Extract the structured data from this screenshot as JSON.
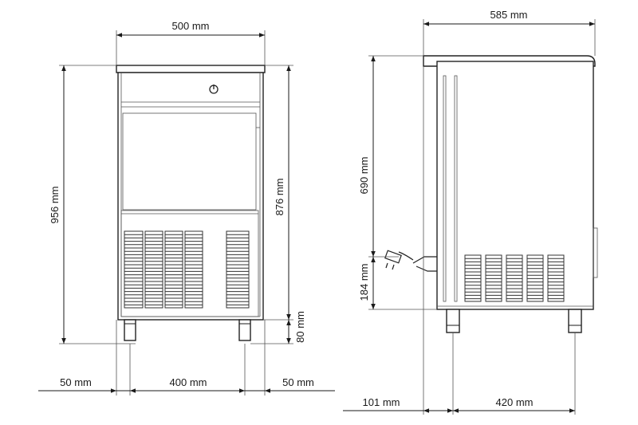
{
  "dimensions": {
    "front_width": "500 mm",
    "front_height_total": "956 mm",
    "front_height_body": "876 mm",
    "front_leg_height": "80 mm",
    "front_leg_left_offset": "50 mm",
    "front_leg_spacing": "400 mm",
    "front_leg_right_offset": "50 mm",
    "side_depth": "585 mm",
    "side_height_upper": "690 mm",
    "side_height_lower": "184 mm",
    "side_leg_offset": "101 mm",
    "side_leg_spacing": "420 mm"
  },
  "icons": {
    "power_button": "power-icon",
    "plug": "power-plug-icon"
  },
  "colors": {
    "line": "#1a1a1a",
    "background": "#ffffff"
  }
}
